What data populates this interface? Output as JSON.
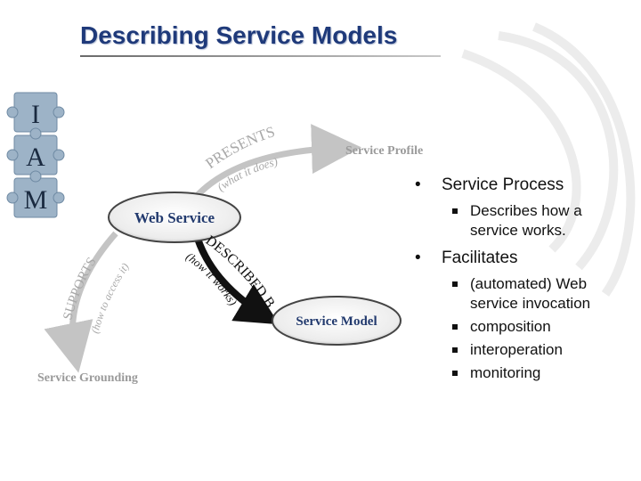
{
  "slide": {
    "title": "Describing Service Models"
  },
  "logo": {
    "letters": [
      "I",
      "A",
      "M"
    ]
  },
  "diagram": {
    "web_service": "Web Service",
    "service_profile": "Service Profile",
    "service_model": "Service Model",
    "service_grounding": "Service Grounding",
    "presents": "PRESENTS",
    "presents_sub": "(what it does)",
    "described_by": "DESCRIBED BY",
    "described_by_sub": "(how it works)",
    "supports": "SUPPORTS",
    "supports_sub": "(how to access it)"
  },
  "bullets": [
    {
      "text": "Service Process",
      "sub": [
        {
          "lines": [
            "Describes how a",
            "service works."
          ]
        }
      ]
    },
    {
      "text": "Facilitates",
      "sub": [
        {
          "lines": [
            "(automated) Web",
            "service invocation"
          ]
        },
        {
          "lines": [
            "composition"
          ]
        },
        {
          "lines": [
            "interoperation"
          ]
        },
        {
          "lines": [
            "monitoring"
          ]
        }
      ]
    }
  ],
  "colors": {
    "title": "#1f3a7a",
    "puzzle": "#9db3c7"
  }
}
